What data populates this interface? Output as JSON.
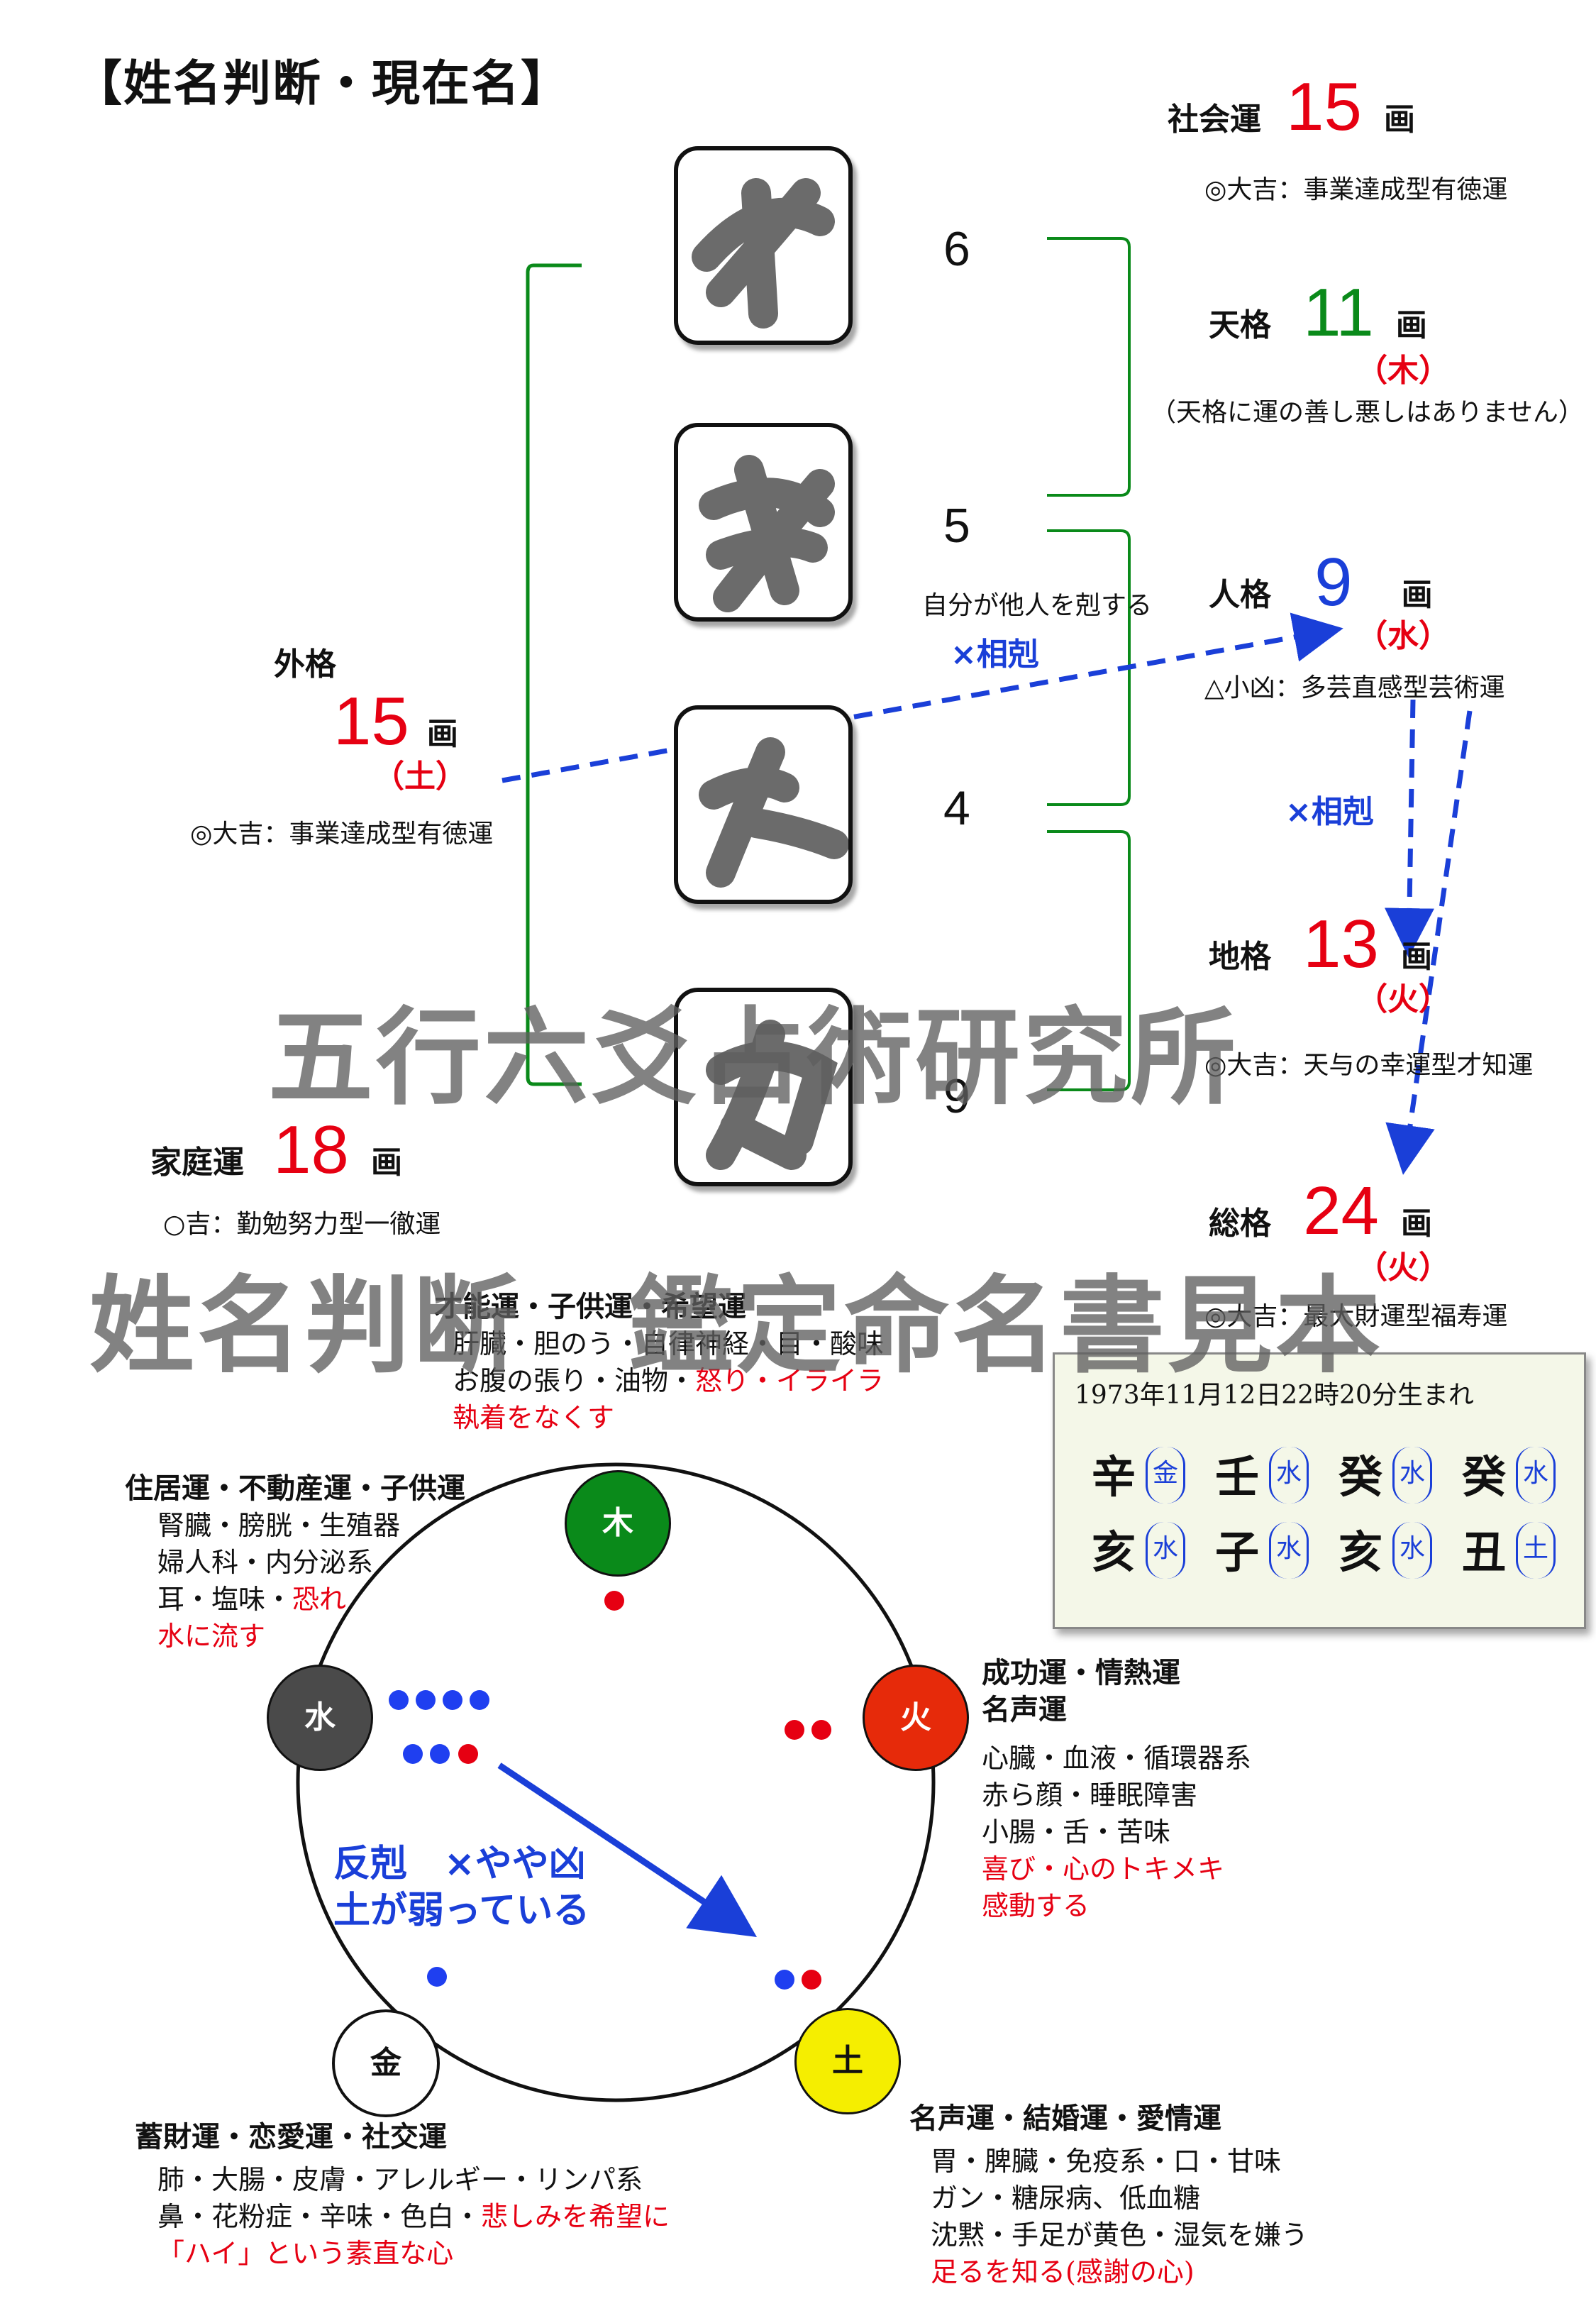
{
  "title": "【姓名判断・現在名】",
  "watermarks": [
    "五行六爻占術研究所",
    "姓名判断　鑑定命名書見本"
  ],
  "name_chars": [
    {
      "strokes": "6",
      "icon": "scribbled-character"
    },
    {
      "strokes": "5",
      "icon": "scribbled-character"
    },
    {
      "strokes": "4",
      "icon": "scribbled-character"
    },
    {
      "strokes": "9",
      "icon": "scribbled-character"
    }
  ],
  "shakai": {
    "label": "社会運",
    "value": "15",
    "unit": "画",
    "desc": "◎大吉：事業達成型有徳運"
  },
  "tenkaku": {
    "label": "天格",
    "value": "11",
    "unit": "画",
    "element": "（木）",
    "desc": "（天格に運の善し悪しはありません）"
  },
  "jinkaku": {
    "label": "人格",
    "value": "9",
    "unit": "画",
    "element": "（水）",
    "desc": "△小凶：多芸直感型芸術運"
  },
  "chikaku": {
    "label": "地格",
    "value": "13",
    "unit": "画",
    "element": "（火）",
    "desc": "◎大吉：天与の幸運型才知運"
  },
  "sokaku": {
    "label": "総格",
    "value": "24",
    "unit": "画",
    "element": "（火）",
    "desc": "◎大吉：最大財運型福寿運"
  },
  "gaikaku": {
    "label": "外格",
    "value": "15",
    "unit": "画",
    "element": "（土）",
    "desc": "◎大吉：事業達成型有徳運"
  },
  "katei": {
    "label": "家庭運",
    "value": "18",
    "unit": "画",
    "desc": "○吉：勤勉努力型一徹運"
  },
  "relations": {
    "self_over_other": "自分が他人を剋する",
    "sokoku1": "×相剋",
    "sokoku2": "×相剋"
  },
  "birth": {
    "date": "1973年11月12日22時20分生まれ",
    "top": [
      {
        "char": "辛",
        "el": "金"
      },
      {
        "char": "壬",
        "el": "水"
      },
      {
        "char": "癸",
        "el": "水"
      },
      {
        "char": "癸",
        "el": "水"
      }
    ],
    "bottom": [
      {
        "char": "亥",
        "el": "水"
      },
      {
        "char": "子",
        "el": "水"
      },
      {
        "char": "亥",
        "el": "水"
      },
      {
        "char": "丑",
        "el": "土"
      }
    ]
  },
  "elements": {
    "wood": {
      "label": "木",
      "color": "#0a8a1a"
    },
    "fire": {
      "label": "火",
      "color": "#e62a0a"
    },
    "earth": {
      "label": "土",
      "color": "#f5ee00"
    },
    "metal": {
      "label": "金",
      "color": "#ffffff"
    },
    "water": {
      "label": "水",
      "color": "#4a4a4a"
    }
  },
  "element_notes": {
    "wood": {
      "head": "才能運・子供運・希望運",
      "l1": "肝臓・胆のう・自律神経・目・酸味",
      "l2a": "お腹の張り・油物・",
      "l2b": "怒り・イライラ",
      "l3": "執着をなくす"
    },
    "water": {
      "head": "住居運・不動産運・子供運",
      "l1": "腎臓・膀胱・生殖器",
      "l2": "婦人科・内分泌系",
      "l3a": "耳・塩味・",
      "l3b": "恐れ",
      "l4": "水に流す"
    },
    "fire": {
      "head1": "成功運・情熱運",
      "head2": "名声運",
      "l1": "心臓・血液・循環器系",
      "l2": "赤ら顔・睡眠障害",
      "l3": "小腸・舌・苦味",
      "l4": "喜び・心のトキメキ",
      "l5": "感動する"
    },
    "metal": {
      "head": "蓄財運・恋愛運・社交運",
      "l1": "肺・大腸・皮膚・アレルギー・リンパ系",
      "l2a": "鼻・花粉症・辛味・色白・",
      "l2b": "悲しみを希望に",
      "l3": "「ハイ」という素直な心"
    },
    "earth": {
      "head": "名声運・結婚運・愛情運",
      "l1": "胃・脾臓・免疫系・口・甘味",
      "l2": "ガン・糖尿病、低血糖",
      "l3": "沈黙・手足が黄色・湿気を嫌う",
      "l4": "足るを知る(感謝の心)"
    }
  },
  "balance_note": {
    "line1": "反剋　×やや凶",
    "line2": "土が弱っている"
  }
}
